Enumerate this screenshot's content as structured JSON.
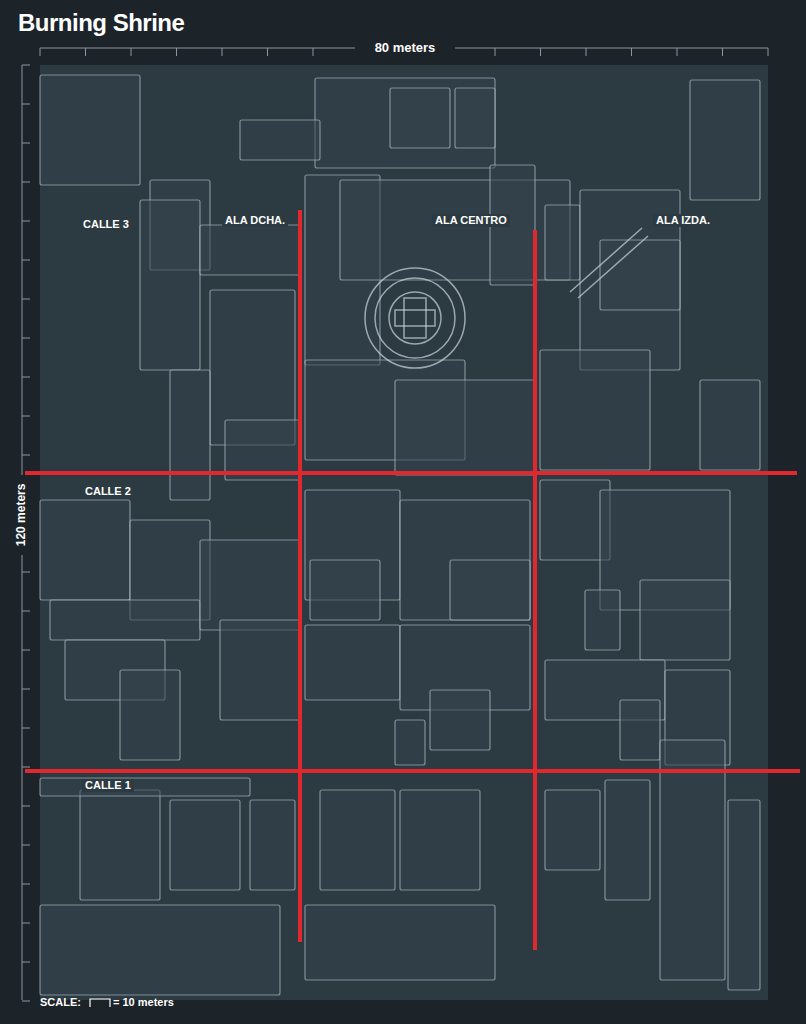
{
  "diagram": {
    "title": "Burning Shrine",
    "labels": [
      "80 meters",
      "120 meters",
      "CALLE 3",
      "ALA DCHA.",
      "ALA CENTRO",
      "ALA IZDA.",
      "CALLE 2",
      "CALLE 1",
      "SCALE:",
      "= 10 meters"
    ]
  }
}
